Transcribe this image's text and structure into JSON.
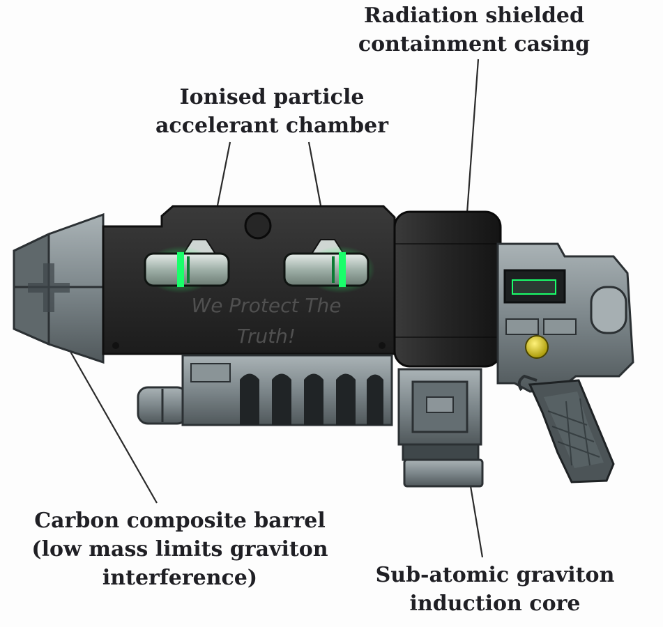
{
  "callouts": {
    "casing": {
      "line1": "Radiation shielded",
      "line2": "containment casing"
    },
    "chamber": {
      "line1": "Ionised particle",
      "line2": "accelerant chamber"
    },
    "barrel": {
      "line1": "Carbon composite barrel",
      "line2": "(low mass limits graviton",
      "line3": "interference)"
    },
    "core": {
      "line1": "Sub-atomic graviton",
      "line2": "induction core"
    }
  },
  "weapon": {
    "motto_line1": "We Protect The",
    "motto_line2": "Truth!"
  },
  "colors": {
    "body_dark": "#232323",
    "metal_grey": "#6f7a7e",
    "metal_light": "#9aa4a7",
    "glow_green": "#19ff6a",
    "button_yellow": "#d8cc1e",
    "leader_line": "#2a2a2a"
  }
}
